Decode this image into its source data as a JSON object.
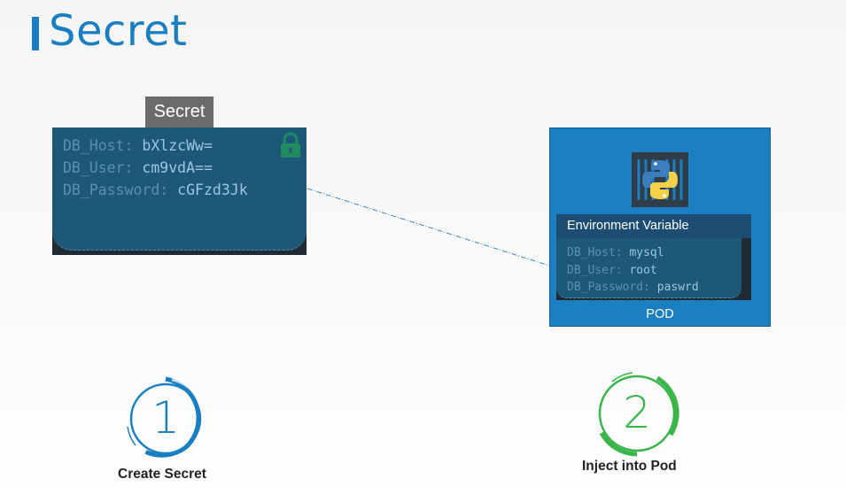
{
  "title": "Secret",
  "secret": {
    "tab_label": "Secret",
    "entries": [
      {
        "key": "DB_Host:",
        "value": "bXlzcWw="
      },
      {
        "key": "DB_User:",
        "value": "cm9vdA=="
      },
      {
        "key": "DB_Password:",
        "value": "cGFzd3Jk"
      }
    ]
  },
  "pod": {
    "env_header": "Environment Variable",
    "entries": [
      {
        "key": "DB_Host:",
        "value": "mysql"
      },
      {
        "key": "DB_User:",
        "value": "root"
      },
      {
        "key": "DB_Password:",
        "value": "paswrd"
      }
    ],
    "label": "POD"
  },
  "steps": [
    {
      "number": "1",
      "label": "Create Secret",
      "color": "#1a7fc1"
    },
    {
      "number": "2",
      "label": "Inject into Pod",
      "color": "#3ab54a"
    }
  ],
  "colors": {
    "accent": "#1a7fc1",
    "pod_blue": "#1b7fc2",
    "secret_fill": "#1d5878",
    "lock_green": "#1e8a5e",
    "step_green": "#3ab54a"
  },
  "icons": {
    "lock": "lock-icon",
    "python": "python-icon"
  }
}
